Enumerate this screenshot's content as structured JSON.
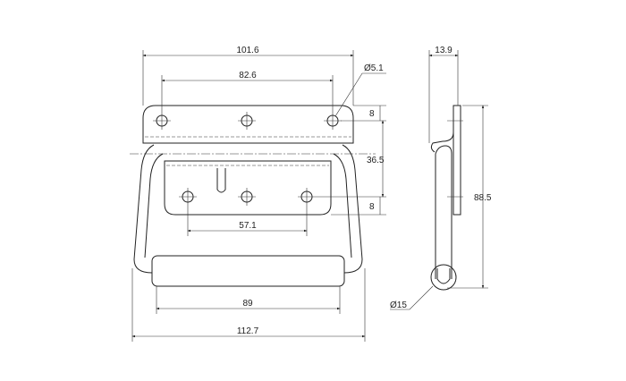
{
  "drawing": {
    "front_view": {
      "dimensions": {
        "overall_plate_width": "101.6",
        "top_hole_spacing": "82.6",
        "hole_diameter": "Ø5.1",
        "top_hole_offset": "8",
        "hole_row_spacing": "36.5",
        "bottom_hole_offset": "8",
        "bottom_hole_spacing": "57.1",
        "grip_width": "89",
        "overall_handle_width": "112.7"
      }
    },
    "side_view": {
      "dimensions": {
        "depth": "13.9",
        "height": "88.5",
        "grip_diameter": "Ø15"
      }
    }
  }
}
